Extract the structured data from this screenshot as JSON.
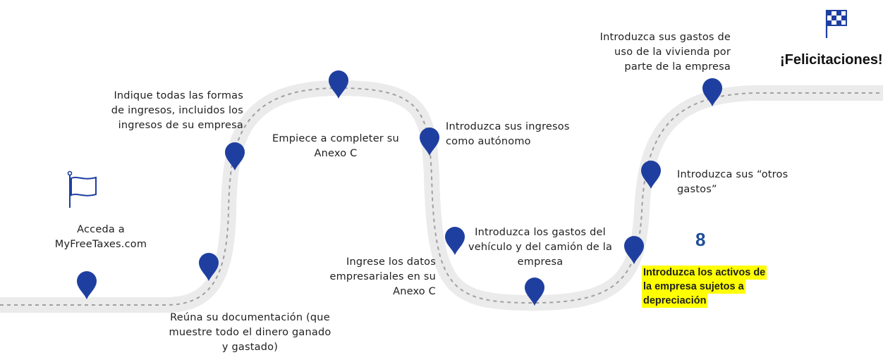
{
  "colors": {
    "road": "#ebebeb",
    "road_dash": "#a0a0a0",
    "pin": "#1f3fa0",
    "accent_number": "#1f4e9a",
    "highlight": "#ffff00"
  },
  "icons": {
    "start": "flag-icon",
    "finish": "checkered-flag-icon",
    "marker": "map-pin-icon"
  },
  "steps": [
    {
      "lines": [
        "Acceda a",
        "MyFreeTaxes.com"
      ]
    },
    {
      "lines": [
        "Reúna su documentación (que",
        "muestre todo el dinero ganado",
        "y gastado)"
      ]
    },
    {
      "lines": [
        "Indique todas las formas",
        "de ingresos, incluidos los",
        "ingresos de su empresa"
      ]
    },
    {
      "lines": [
        "Empiece a completer su",
        "Anexo C"
      ]
    },
    {
      "lines": [
        "Introduzca sus ingresos",
        "como autónomo"
      ]
    },
    {
      "lines": [
        "Ingrese los datos",
        "empresariales en su",
        "Anexo C"
      ]
    },
    {
      "lines": [
        "Introduzca los gastos del",
        "vehículo y del camión de la",
        "empresa"
      ]
    },
    {
      "lines": [
        "Introduzca sus “otros",
        "gastos”"
      ]
    },
    {
      "lines": [
        "Introduzca sus gastos de",
        "uso de la vivienda por",
        "parte de la empresa"
      ]
    }
  ],
  "current_step": {
    "number": "8",
    "lines": [
      "Introduzca los activos de",
      "la empresa sujetos a",
      "depreciación"
    ]
  },
  "finish_label": "¡Felicitaciones!"
}
